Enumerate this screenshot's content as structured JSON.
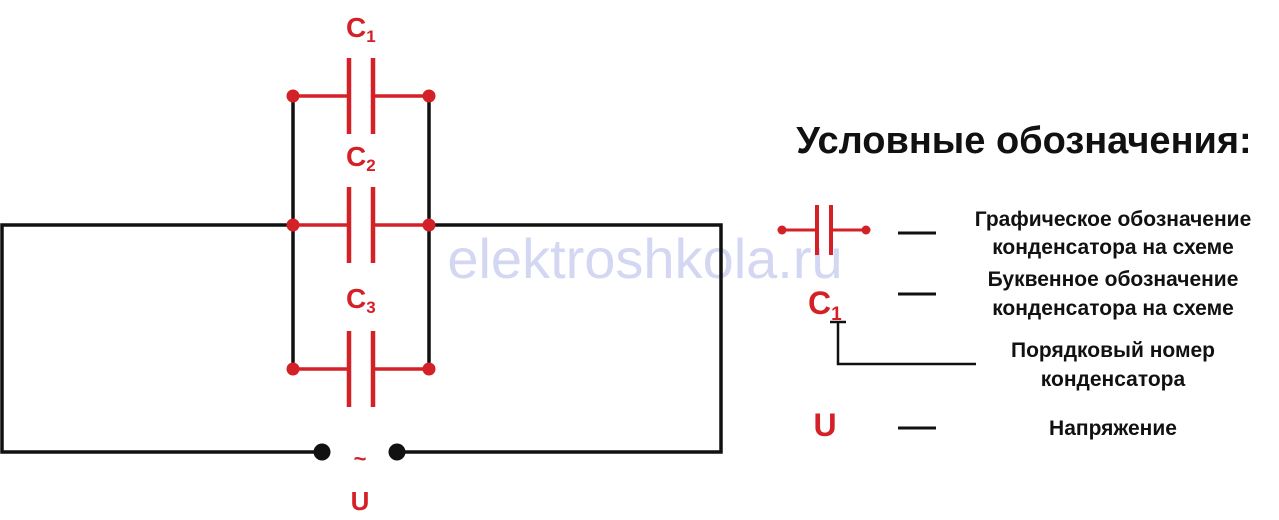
{
  "colors": {
    "component": "#d42027",
    "wire": "#111111",
    "watermark": "#d3d7f2"
  },
  "capacitors": [
    {
      "letter": "C",
      "index": "1"
    },
    {
      "letter": "C",
      "index": "2"
    },
    {
      "letter": "C",
      "index": "3"
    }
  ],
  "source": {
    "tilde": "~",
    "label": "U"
  },
  "watermark": "elektroshkola.ru",
  "legend": {
    "title": "Условные обозначения:",
    "graphic_line1": "Графическое обозначение",
    "graphic_line2": "конденсатора на схеме",
    "letter_line1": "Буквенное обозначение",
    "letter_line2": "конденсатора на схеме",
    "example_letter": "C",
    "example_index": "1",
    "order_line1": "Порядковый номер",
    "order_line2": "конденсатора",
    "voltage_symbol": "U",
    "voltage_desc": "Напряжение"
  }
}
